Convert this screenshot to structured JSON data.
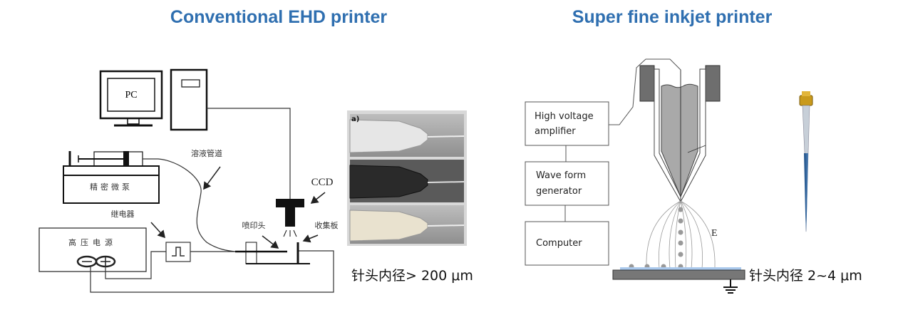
{
  "left": {
    "title": "Conventional EHD printer",
    "pc_label": "PC",
    "pump_label": "精密微泵",
    "tube_label": "溶液管道",
    "relay_label": "继电器",
    "hv_label": "高压电源",
    "nozzle_label": "喷印头",
    "collector_label": "收集板",
    "ccd_label": "CCD",
    "photo_label": "a)",
    "caption": "针头内径> 200 μm"
  },
  "right": {
    "title": "Super fine inkjet printer",
    "box1": [
      "High voltage",
      "amplifier"
    ],
    "box2": [
      "Wave form",
      "generator"
    ],
    "box3": "Computer",
    "field_label": "E",
    "caption": "针头内径 2~4 μm"
  }
}
